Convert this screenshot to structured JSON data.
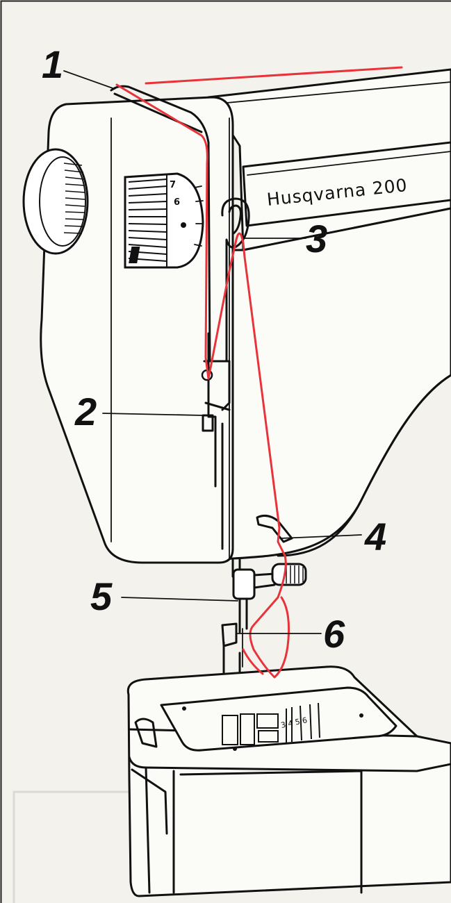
{
  "brand_label": "Husqvarna 200",
  "callouts": [
    "1",
    "2",
    "3",
    "4",
    "5",
    "6"
  ],
  "dial_numbers": [
    "7",
    "6"
  ],
  "plate_marks": "3 4 5 6",
  "colors": {
    "thread": "#e8333a",
    "ink": "#111111",
    "paper": "#f3f2ed"
  }
}
